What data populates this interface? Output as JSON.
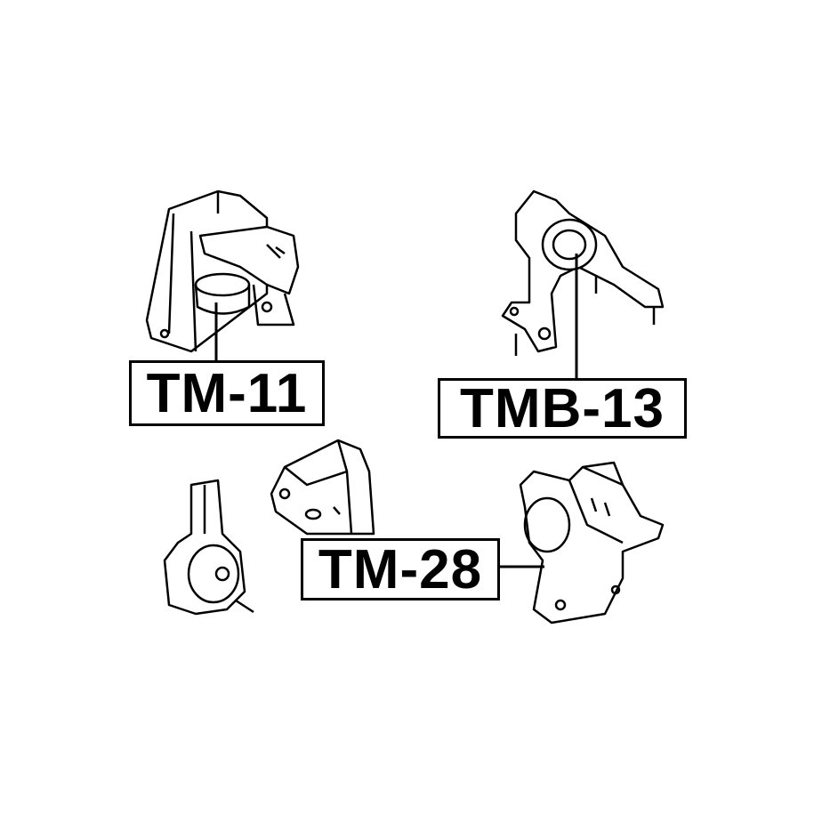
{
  "labels": {
    "tm11": "TM-11",
    "tmb13": "TMB-13",
    "tm28": "TM-28"
  },
  "colors": {
    "line": "#000000",
    "background": "#ffffff"
  }
}
